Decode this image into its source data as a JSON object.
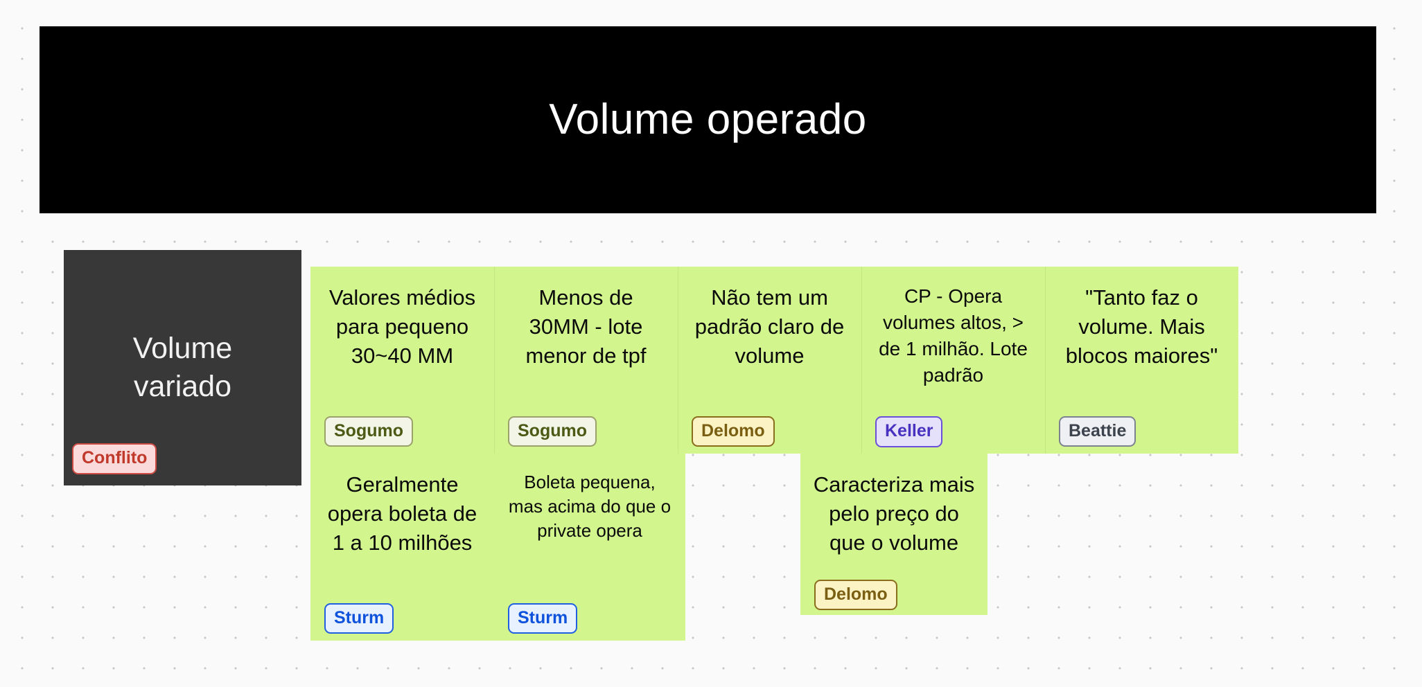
{
  "header": {
    "title": "Volume operado",
    "background_color": "#000000",
    "text_color": "#ffffff"
  },
  "board": {
    "background_color": "#fafafa",
    "grid": "dot-grid",
    "card_color": "#d2f58e"
  },
  "row_label": {
    "title": "Volume\nvariado",
    "background_color": "#383838",
    "text_color": "#f2f2f2",
    "badge": {
      "label": "Conflito",
      "color": "#c0392b",
      "background": "#fadada"
    }
  },
  "rows": [
    {
      "id": "row-1",
      "cards": [
        {
          "id": "card-valores-medios",
          "text": "Valores médios para pequeno 30~40 MM",
          "tag": {
            "label": "Sogumo",
            "style": "sogumo"
          }
        },
        {
          "id": "card-menos-30mm",
          "text": "Menos de 30MM - lote menor de tpf",
          "tag": {
            "label": "Sogumo",
            "style": "sogumo"
          }
        },
        {
          "id": "card-sem-padrao",
          "text": "Não tem um padrão claro de volume",
          "tag": {
            "label": "Delomo",
            "style": "delomo"
          }
        },
        {
          "id": "card-cp-volumes-altos",
          "text": "CP - Opera volumes altos, > de 1 milhão. Lote padrão",
          "tag": {
            "label": "Keller",
            "style": "keller",
            "clipped": true
          }
        },
        {
          "id": "card-tanto-faz",
          "text": "\"Tanto faz o volume. Mais blocos maiores\"",
          "tag": {
            "label": "Beattie",
            "style": "beattie"
          }
        }
      ]
    },
    {
      "id": "row-2",
      "cards": [
        {
          "id": "card-geralmente-boleta",
          "text": "Geralmente opera boleta de 1 a 10 milhões",
          "tag": {
            "label": "Sturm",
            "style": "sturm"
          }
        },
        {
          "id": "card-boleta-pequena",
          "text": "Boleta pequena, mas acima do que o private opera",
          "tag": {
            "label": "Sturm",
            "style": "sturm"
          }
        },
        {
          "id": "card-caracteriza-preco",
          "text": "Caracteriza mais pelo preço do que o volume",
          "tag": {
            "label": "Delomo",
            "style": "delomo"
          }
        }
      ]
    }
  ]
}
